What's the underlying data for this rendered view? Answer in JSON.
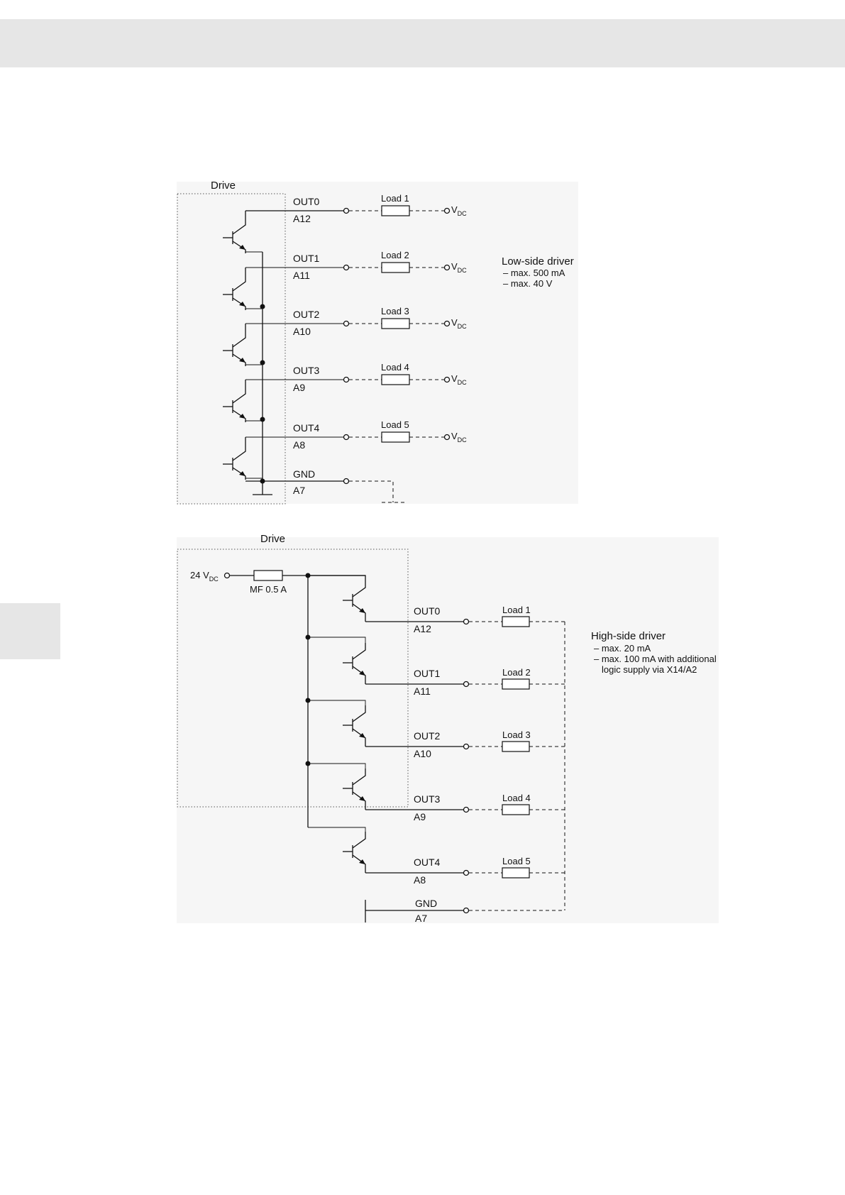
{
  "low_side": {
    "drive_label": "Drive",
    "channels": [
      {
        "out": "OUT0",
        "pin": "A12",
        "load": "Load 1"
      },
      {
        "out": "OUT1",
        "pin": "A11",
        "load": "Load 2"
      },
      {
        "out": "OUT2",
        "pin": "A10",
        "load": "Load 3"
      },
      {
        "out": "OUT3",
        "pin": "A9",
        "load": "Load 4"
      },
      {
        "out": "OUT4",
        "pin": "A8",
        "load": "Load 5"
      }
    ],
    "gnd": {
      "label": "GND",
      "pin": "A7"
    },
    "vdc": {
      "main": "V",
      "sub": "DC"
    },
    "note": {
      "title": "Low-side driver",
      "lines": [
        "– max. 500 mA",
        "– max. 40 V"
      ]
    }
  },
  "high_side": {
    "drive_label": "Drive",
    "supply": {
      "main": "24 V",
      "sub": "DC"
    },
    "fuse_label": "MF 0.5 A",
    "channels": [
      {
        "out": "OUT0",
        "pin": "A12",
        "load": "Load 1"
      },
      {
        "out": "OUT1",
        "pin": "A11",
        "load": "Load 2"
      },
      {
        "out": "OUT2",
        "pin": "A10",
        "load": "Load 3"
      },
      {
        "out": "OUT3",
        "pin": "A9",
        "load": "Load 4"
      },
      {
        "out": "OUT4",
        "pin": "A8",
        "load": "Load 5"
      }
    ],
    "gnd": {
      "label": "GND",
      "pin": "A7"
    },
    "note": {
      "title": "High-side driver",
      "lines": [
        "– max. 20 mA",
        "– max. 100 mA with additional",
        "logic supply via X14/A2"
      ]
    }
  }
}
